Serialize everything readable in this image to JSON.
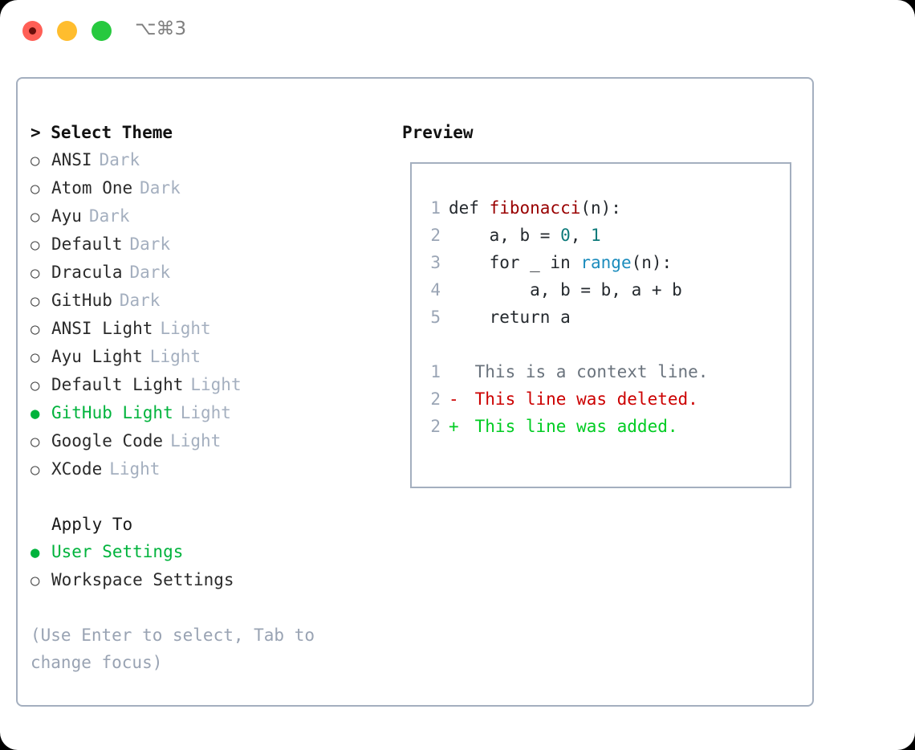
{
  "window": {
    "shortcut_label": "⌥⌘3",
    "traffic_lights": [
      "close",
      "minimize",
      "zoom"
    ]
  },
  "theme_picker": {
    "header": "> Select Theme",
    "items": [
      {
        "bullet": "○",
        "label": "ANSI",
        "tag": "Dark",
        "selected": false
      },
      {
        "bullet": "○",
        "label": "Atom One",
        "tag": "Dark",
        "selected": false
      },
      {
        "bullet": "○",
        "label": "Ayu",
        "tag": "Dark",
        "selected": false
      },
      {
        "bullet": "○",
        "label": "Default",
        "tag": "Dark",
        "selected": false
      },
      {
        "bullet": "○",
        "label": "Dracula",
        "tag": "Dark",
        "selected": false
      },
      {
        "bullet": "○",
        "label": "GitHub",
        "tag": "Dark",
        "selected": false
      },
      {
        "bullet": "○",
        "label": "ANSI Light",
        "tag": "Light",
        "selected": false
      },
      {
        "bullet": "○",
        "label": "Ayu Light",
        "tag": "Light",
        "selected": false
      },
      {
        "bullet": "○",
        "label": "Default Light",
        "tag": "Light",
        "selected": false
      },
      {
        "bullet": "●",
        "label": "GitHub Light",
        "tag": "Light",
        "selected": true
      },
      {
        "bullet": "○",
        "label": "Google Code",
        "tag": "Light",
        "selected": false
      },
      {
        "bullet": "○",
        "label": "XCode",
        "tag": "Light",
        "selected": false
      }
    ]
  },
  "apply_to": {
    "header": "Apply To",
    "items": [
      {
        "bullet": "●",
        "label": "User Settings",
        "selected": true
      },
      {
        "bullet": "○",
        "label": "Workspace Settings",
        "selected": false
      }
    ]
  },
  "hint": "(Use Enter to select, Tab to change focus)",
  "preview": {
    "title": "Preview",
    "code_lines": [
      {
        "number": "1",
        "tokens": [
          {
            "text": "def ",
            "type": "plain"
          },
          {
            "text": "fibonacci",
            "type": "fn"
          },
          {
            "text": "(n):",
            "type": "plain"
          }
        ]
      },
      {
        "number": "2",
        "tokens": [
          {
            "text": "    a, b = ",
            "type": "plain"
          },
          {
            "text": "0",
            "type": "num"
          },
          {
            "text": ", ",
            "type": "plain"
          },
          {
            "text": "1",
            "type": "num"
          }
        ]
      },
      {
        "number": "3",
        "tokens": [
          {
            "text": "    for _ in ",
            "type": "plain"
          },
          {
            "text": "range",
            "type": "call"
          },
          {
            "text": "(n):",
            "type": "plain"
          }
        ]
      },
      {
        "number": "4",
        "tokens": [
          {
            "text": "        a, b = b, a + b",
            "type": "plain"
          }
        ]
      },
      {
        "number": "5",
        "tokens": [
          {
            "text": "    return a",
            "type": "plain"
          }
        ]
      }
    ],
    "diff_lines": [
      {
        "number": "1",
        "prefix": " ",
        "text": " This is a context line.",
        "kind": "context"
      },
      {
        "number": "2",
        "prefix": "-",
        "text": " This line was deleted.",
        "kind": "deleted"
      },
      {
        "number": "2",
        "prefix": "+",
        "text": " This line was added.",
        "kind": "added"
      }
    ]
  },
  "colors": {
    "selected_green": "#00b33c",
    "muted_gray": "#a4afbf",
    "border": "#a4afbf",
    "function_red": "#990000",
    "number_teal": "#0d7a7a",
    "call_blue": "#1b8cbd",
    "diff_delete": "#cc0000",
    "diff_add": "#00cc22",
    "diff_context": "#6a737d",
    "traffic_red": "#ff5f56",
    "traffic_yellow": "#ffbd2e",
    "traffic_green": "#27c93f"
  }
}
